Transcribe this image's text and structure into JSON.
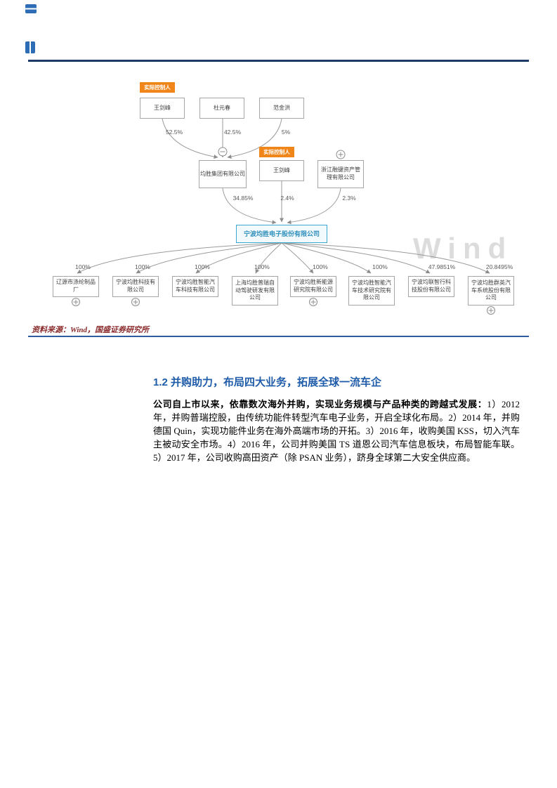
{
  "page": {
    "watermark": "Wind",
    "source_note": "资料来源：Wind，国盛证券研究所"
  },
  "icons": {
    "collapse": "minus-circle-icon",
    "expand": "plus-circle-icon"
  },
  "colors": {
    "accent_orange": "#F08519",
    "header_rule": "#1E3A66",
    "section_rule": "#2F5B9F",
    "heading_blue": "#1F5CA9",
    "company_box_blue": "#3AA7D0",
    "source_red": "#8A2A2B"
  },
  "chart": {
    "type": "org-equity-structure",
    "controller_label": "实际控制人",
    "top_shareholders": [
      {
        "name": "王剑峰",
        "pct": "52.5%"
      },
      {
        "name": "杜元春",
        "pct": "42.5%"
      },
      {
        "name": "范金洪",
        "pct": "5%"
      }
    ],
    "mid_entities": [
      {
        "name": "均胜集团有限公司",
        "pct": "34.85%"
      },
      {
        "name": "王剑峰",
        "pct": "2.4%"
      },
      {
        "name": "浙江融键资产管理有限公司",
        "pct": "2.3%"
      }
    ],
    "company": "宁波均胜电子股份有限公司",
    "subsidiaries": [
      {
        "name": "辽源市涤纶制品厂",
        "pct": "100%"
      },
      {
        "name": "宁波均胜科技有限公司",
        "pct": "100%"
      },
      {
        "name": "宁波均胜智能汽车科技有限公司",
        "pct": "100%"
      },
      {
        "name": "上海均胜普瑞自动驾驶研发有限公司",
        "pct": "100%"
      },
      {
        "name": "宁波均胜新能源研究院有限公司",
        "pct": "100%"
      },
      {
        "name": "宁波均胜智能汽车技术研究院有限公司",
        "pct": "100%"
      },
      {
        "name": "宁波均联智行科技股份有限公司",
        "pct": "47.9851%"
      },
      {
        "name": "宁波均胜群英汽车系统股份有限公司",
        "pct": "20.8495%"
      }
    ]
  },
  "section": {
    "heading": "1.2 并购助力，布局四大业务，拓展全球一流车企",
    "lead": "公司自上市以来，依靠数次海外并购，实现业务规模与产品种类的跨越式发展：",
    "body": "1）2012 年，并购普瑞控股，由传统功能件转型汽车电子业务，开启全球化布局。2）2014 年，并购德国 Quin，实现功能件业务在海外高端市场的开拓。3）2016 年，收购美国 KSS，切入汽车主被动安全市场。4）2016 年，公司并购美国 TS 道恩公司汽车信息板块，布局智能车联。5）2017 年，公司收购高田资产（除 PSAN 业务），跻身全球第二大安全供应商。"
  }
}
